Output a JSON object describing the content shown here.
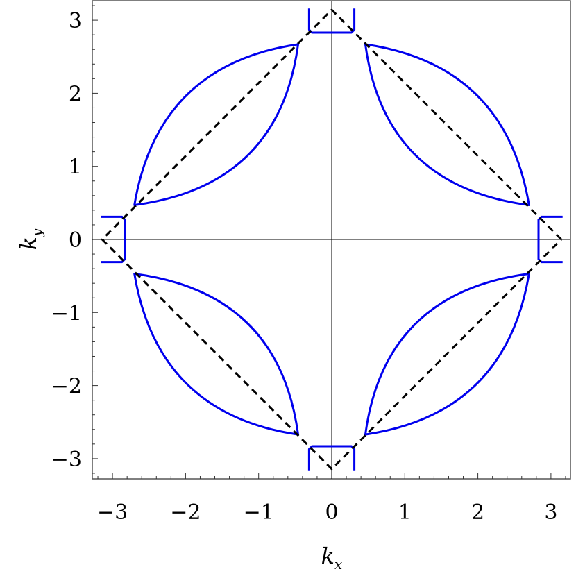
{
  "chart_data": {
    "type": "line",
    "title": "",
    "xlabel": "k",
    "xlabel_sub": "x",
    "ylabel": "k",
    "ylabel_sub": "y",
    "xlim": [
      -3.28,
      3.27
    ],
    "ylim": [
      -3.28,
      3.27
    ],
    "grid": false,
    "legend": null,
    "xticks": [
      -3,
      -2,
      -1,
      0,
      1,
      2,
      3
    ],
    "yticks": [
      -3,
      -2,
      -1,
      0,
      1,
      2,
      3
    ],
    "xtick_labels": [
      "−3",
      "−2",
      "−1",
      "0",
      "1",
      "2",
      "3"
    ],
    "ytick_labels": [
      "−3",
      "−2",
      "−1",
      "0",
      "1",
      "2",
      "3"
    ],
    "minor_tick_step": 0.2,
    "colors": {
      "fermi_surface": "#0000ee",
      "diamond": "#000000",
      "axes": "#000000",
      "frame": "#555555"
    },
    "series": [
      {
        "name": "diamond (|kx|+|ky|=pi)",
        "style": "dashed",
        "color": "#000000",
        "points": [
          [
            3.1416,
            0
          ],
          [
            0,
            3.1416
          ],
          [
            -3.1416,
            0
          ],
          [
            0,
            -3.1416
          ],
          [
            3.1416,
            0
          ]
        ]
      },
      {
        "name": "lens Q1",
        "style": "solid",
        "color": "#0000ee",
        "tips": [
          [
            0.46,
            2.67
          ],
          [
            2.7,
            0.47
          ]
        ],
        "outer_mid": [
          1.98,
          1.98
        ],
        "inner_mid": [
          1.15,
          1.15
        ]
      },
      {
        "name": "lens Q2",
        "style": "solid",
        "color": "#0000ee",
        "tips": [
          [
            -0.46,
            2.67
          ],
          [
            -2.7,
            0.47
          ]
        ],
        "outer_mid": [
          -1.98,
          1.98
        ],
        "inner_mid": [
          -1.15,
          1.15
        ]
      },
      {
        "name": "lens Q3",
        "style": "solid",
        "color": "#0000ee",
        "tips": [
          [
            -0.46,
            -2.67
          ],
          [
            -2.7,
            -0.47
          ]
        ],
        "outer_mid": [
          -1.98,
          -1.98
        ],
        "inner_mid": [
          -1.15,
          -1.15
        ]
      },
      {
        "name": "lens Q4",
        "style": "solid",
        "color": "#0000ee",
        "tips": [
          [
            0.46,
            -2.67
          ],
          [
            2.7,
            -0.47
          ]
        ],
        "outer_mid": [
          1.98,
          -1.98
        ],
        "inner_mid": [
          1.15,
          -1.15
        ]
      },
      {
        "name": "bracket top",
        "style": "solid",
        "color": "#0000ee",
        "points": [
          [
            -0.31,
            3.16
          ],
          [
            -0.31,
            2.87
          ],
          [
            -0.27,
            2.83
          ],
          [
            0.27,
            2.83
          ],
          [
            0.31,
            2.87
          ],
          [
            0.31,
            3.16
          ]
        ]
      },
      {
        "name": "bracket bottom",
        "style": "solid",
        "color": "#0000ee",
        "points": [
          [
            -0.31,
            -3.16
          ],
          [
            -0.31,
            -2.87
          ],
          [
            -0.27,
            -2.83
          ],
          [
            0.27,
            -2.83
          ],
          [
            0.31,
            -2.87
          ],
          [
            0.31,
            -3.16
          ]
        ]
      },
      {
        "name": "bracket right",
        "style": "solid",
        "color": "#0000ee",
        "points": [
          [
            3.16,
            0.31
          ],
          [
            2.87,
            0.31
          ],
          [
            2.83,
            0.27
          ],
          [
            2.83,
            -0.27
          ],
          [
            2.87,
            -0.31
          ],
          [
            3.16,
            -0.31
          ]
        ]
      },
      {
        "name": "bracket left",
        "style": "solid",
        "color": "#0000ee",
        "points": [
          [
            -3.16,
            0.31
          ],
          [
            -2.87,
            0.31
          ],
          [
            -2.83,
            0.27
          ],
          [
            -2.83,
            -0.27
          ],
          [
            -2.87,
            -0.31
          ],
          [
            -3.16,
            -0.31
          ]
        ]
      }
    ]
  }
}
